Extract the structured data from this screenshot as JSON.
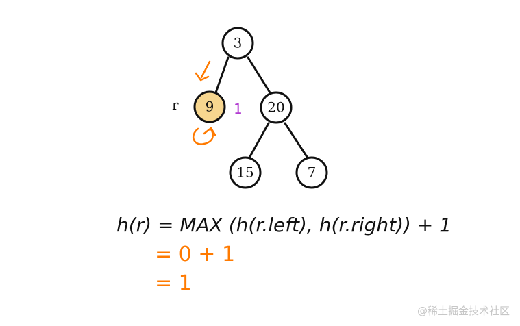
{
  "tree": {
    "root": "3",
    "left": "9",
    "right": "20",
    "right_left": "15",
    "right_right": "7"
  },
  "annotations": {
    "node_r_label": "r",
    "height_value": "1"
  },
  "formula": {
    "line1": "h(r) = MAX (h(r.left), h(r.right)) + 1",
    "line2": "= 0 + 1",
    "line3": "= 1"
  },
  "colors": {
    "highlight_fill": "#f7d68f",
    "orange": "#ff7a00",
    "purple": "#b13ad1",
    "stroke": "#111111"
  },
  "watermark": "@稀土掘金技术社区"
}
